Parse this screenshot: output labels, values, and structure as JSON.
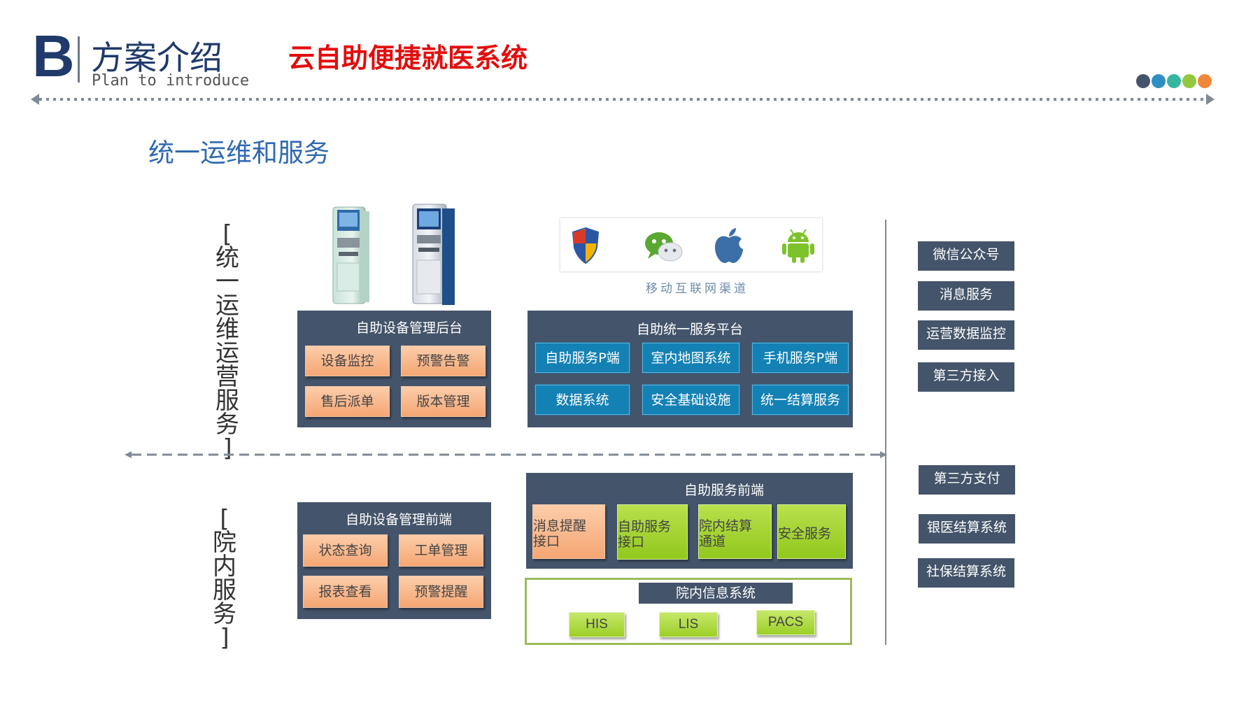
{
  "header": {
    "logo_letter": "B",
    "title": "方案介绍",
    "subtitle": "Plan to introduce",
    "system_name": "云自助便捷就医系统",
    "dot_colors": [
      "#44546a",
      "#2f8fc4",
      "#34b6a0",
      "#93c83e",
      "#f0873a"
    ]
  },
  "section_title": "统一运维和服务",
  "side_labels": {
    "ops": [
      "[",
      "统",
      "一",
      "运",
      "维",
      "运",
      "营",
      "服",
      "务",
      "]"
    ],
    "hospital": [
      "[",
      "院",
      "内",
      "服",
      "务",
      "]"
    ]
  },
  "mobile": {
    "icons": [
      "shield-icon",
      "wechat-icon",
      "apple-icon",
      "android-icon"
    ],
    "label": "移动互联网渠道"
  },
  "device_backend": {
    "title": "自助设备管理后台",
    "items": [
      "设备监控",
      "预警告警",
      "售后派单",
      "版本管理"
    ]
  },
  "platform": {
    "title": "自助统一服务平台",
    "items": [
      "自助服务P端",
      "室内地图系统",
      "手机服务P端",
      "数据系统",
      "安全基础设施",
      "统一结算服务"
    ]
  },
  "device_frontend": {
    "title": "自助设备管理前端",
    "items": [
      "状态查询",
      "工单管理",
      "报表查看",
      "预警提醒"
    ]
  },
  "service_frontend": {
    "title": "自助服务前端",
    "items": [
      {
        "line1": "消息提醒",
        "line2": "接口"
      },
      {
        "line1": "自助服务",
        "line2": "接口"
      },
      {
        "line1": "院内结算",
        "line2": "通道"
      },
      {
        "line1": "安全服务",
        "line2": ""
      }
    ]
  },
  "his": {
    "title": "院内信息系统",
    "items": [
      "HIS",
      "LIS",
      "PACS"
    ]
  },
  "right_upper": [
    "微信公众号",
    "消息服务",
    "运营数据监控",
    "第三方接入"
  ],
  "right_lower": [
    "第三方支付",
    "银医结算系统",
    "社保结算系统"
  ]
}
